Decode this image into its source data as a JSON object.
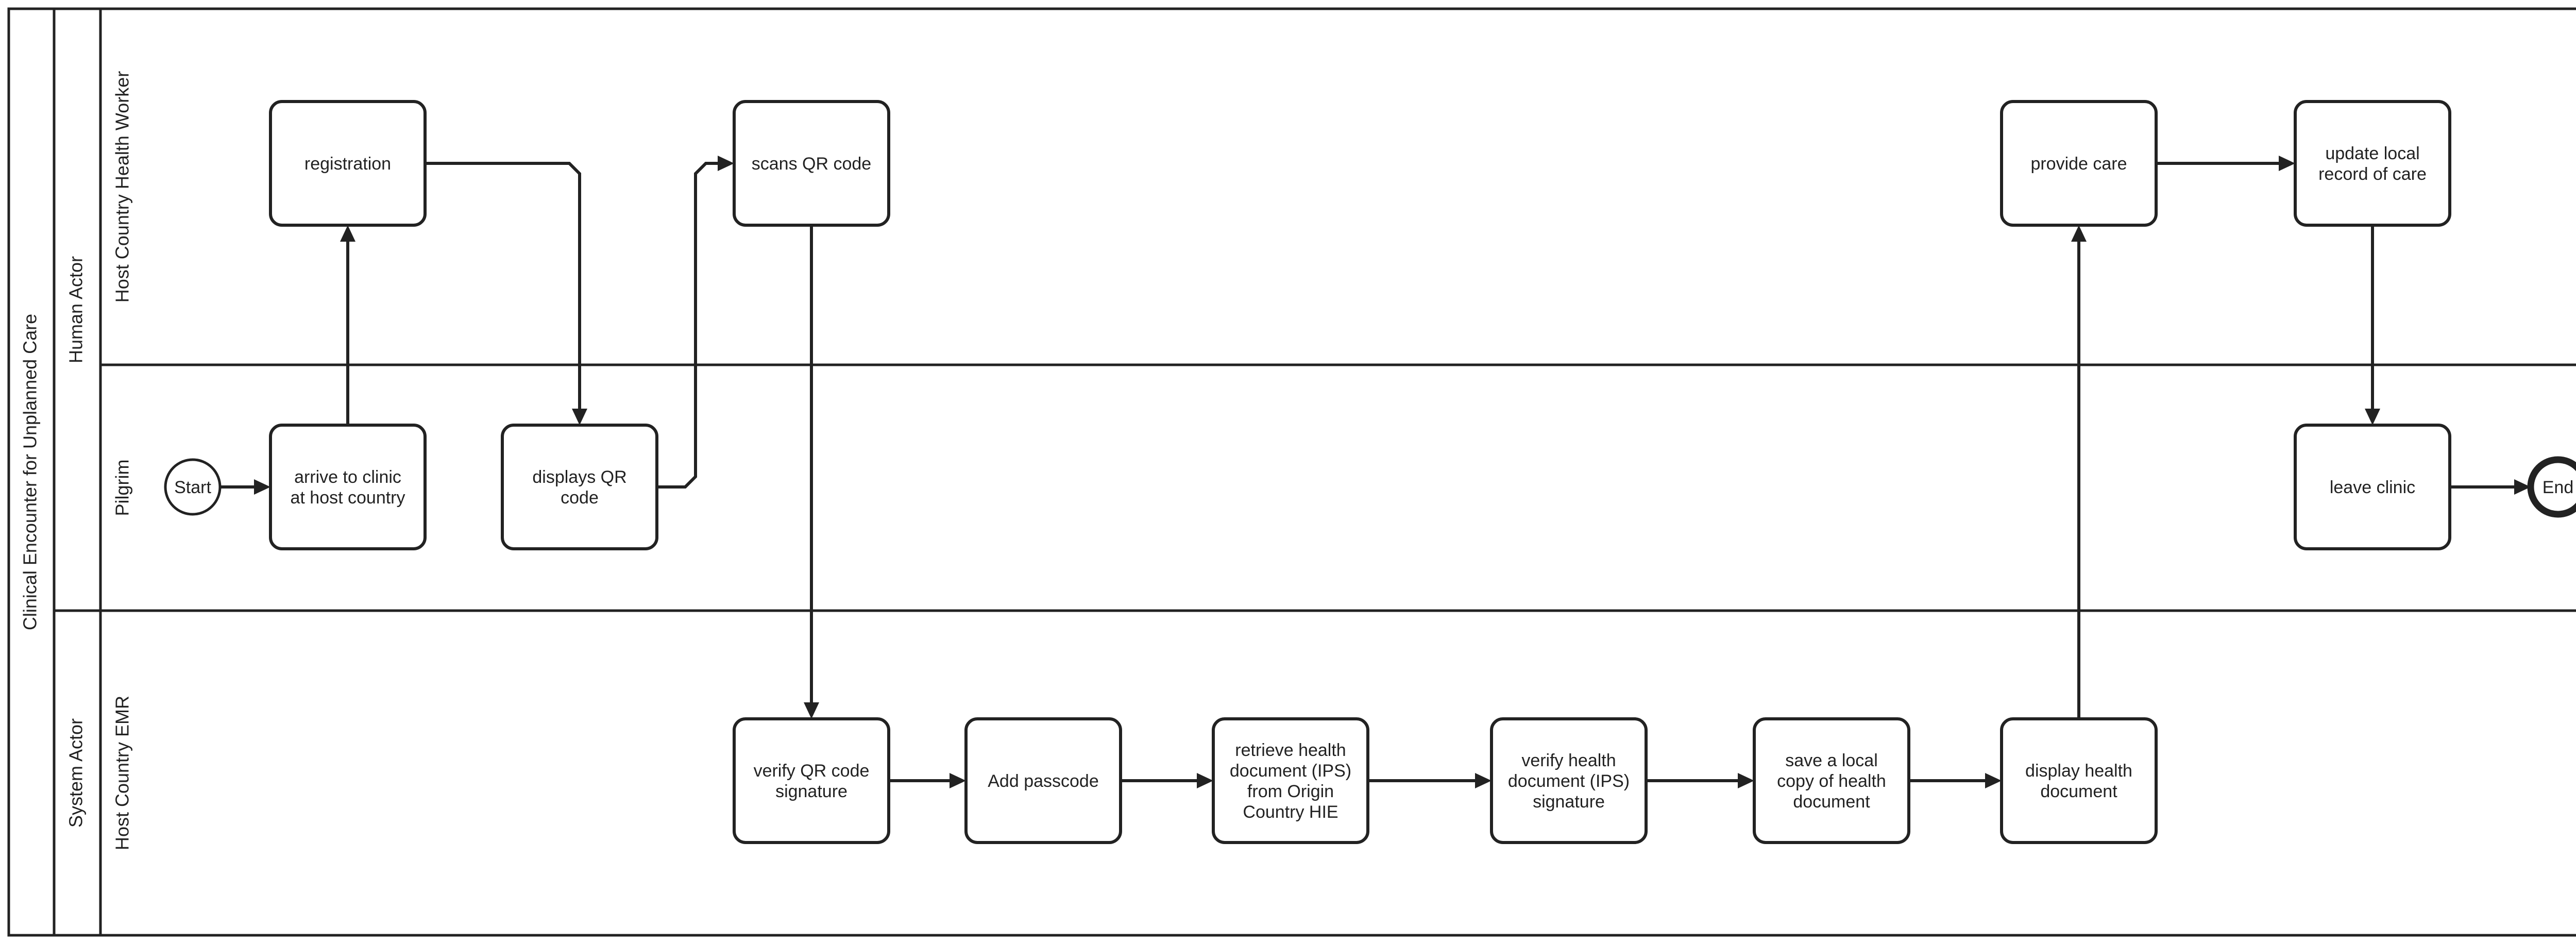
{
  "pool": {
    "title": "Clinical Encounter for Unplanned Care"
  },
  "lane_groups": [
    {
      "id": "human",
      "label": "Human Actor"
    },
    {
      "id": "system",
      "label": "System Actor"
    }
  ],
  "lanes": [
    {
      "id": "hchw",
      "label": "Host Country Health Worker"
    },
    {
      "id": "pilgrim",
      "label": "Pilgrim"
    },
    {
      "id": "emr",
      "label": "Host Country EMR"
    }
  ],
  "events": {
    "start": "Start",
    "end": "End"
  },
  "tasks": [
    {
      "id": "registration",
      "lines": [
        "registration"
      ]
    },
    {
      "id": "scan",
      "lines": [
        "scans QR code"
      ]
    },
    {
      "id": "provide",
      "lines": [
        "provide care"
      ]
    },
    {
      "id": "update",
      "lines": [
        "update local",
        "record of care"
      ]
    },
    {
      "id": "arrive",
      "lines": [
        "arrive to clinic",
        "at host country"
      ]
    },
    {
      "id": "displayqr",
      "lines": [
        "displays QR",
        "code"
      ]
    },
    {
      "id": "leave",
      "lines": [
        "leave clinic"
      ]
    },
    {
      "id": "verifyqr",
      "lines": [
        "verify QR code",
        "signature"
      ]
    },
    {
      "id": "passcode",
      "lines": [
        "Add passcode"
      ]
    },
    {
      "id": "retrieve",
      "lines": [
        "retrieve health",
        "document (IPS)",
        "from Origin",
        "Country HIE"
      ]
    },
    {
      "id": "verifydoc",
      "lines": [
        "verify health",
        "document (IPS)",
        "signature"
      ]
    },
    {
      "id": "save",
      "lines": [
        "save a local",
        "copy of health",
        "document"
      ]
    },
    {
      "id": "displaydoc",
      "lines": [
        "display health",
        "document"
      ]
    }
  ],
  "flows": [
    [
      "start",
      "arrive"
    ],
    [
      "arrive",
      "registration"
    ],
    [
      "registration",
      "displayqr"
    ],
    [
      "displayqr",
      "scan"
    ],
    [
      "scan",
      "verifyqr"
    ],
    [
      "verifyqr",
      "passcode"
    ],
    [
      "passcode",
      "retrieve"
    ],
    [
      "retrieve",
      "verifydoc"
    ],
    [
      "verifydoc",
      "save"
    ],
    [
      "save",
      "displaydoc"
    ],
    [
      "displaydoc",
      "provide"
    ],
    [
      "provide",
      "update"
    ],
    [
      "update",
      "leave"
    ],
    [
      "leave",
      "end"
    ]
  ]
}
